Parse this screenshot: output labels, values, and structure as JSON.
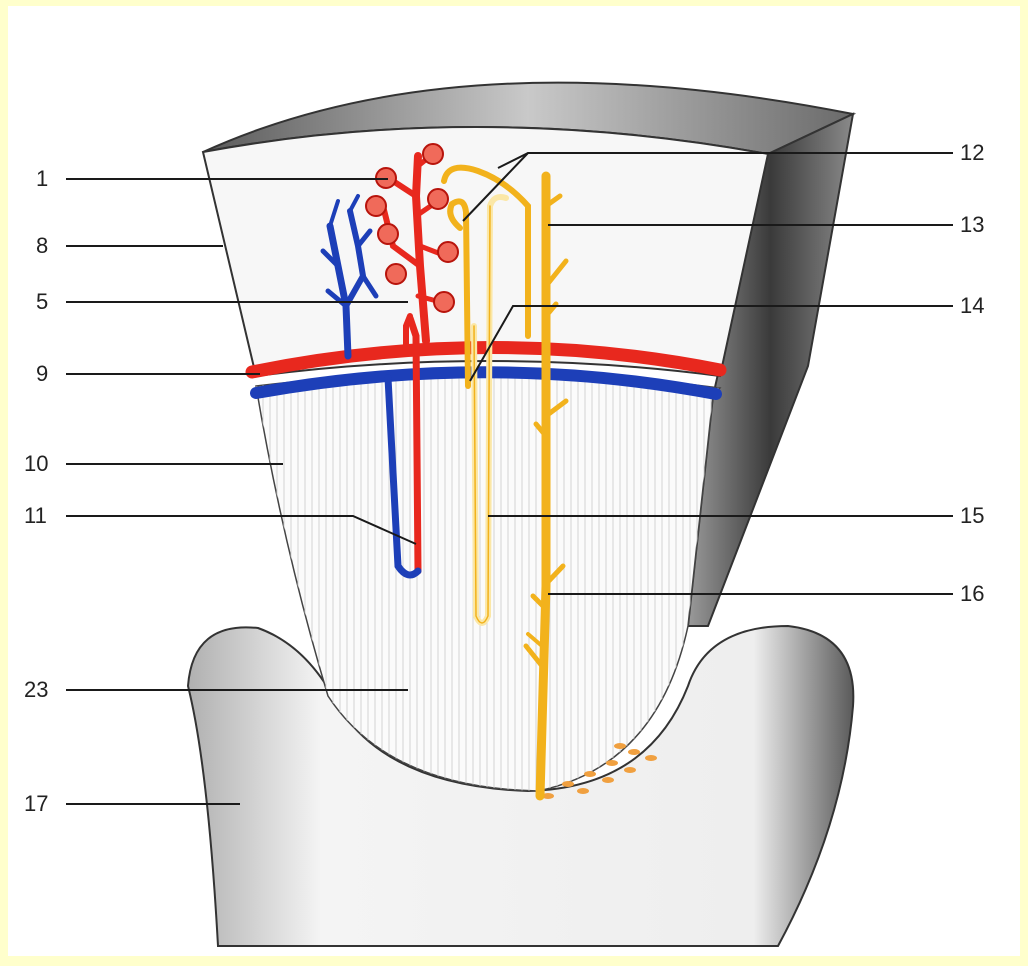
{
  "diagram": {
    "labels_left": [
      "1",
      "8",
      "5",
      "9",
      "10",
      "11",
      "23",
      "17"
    ],
    "labels_right": [
      "12",
      "13",
      "14",
      "15",
      "16"
    ]
  },
  "colors": {
    "artery": "#e8281e",
    "vein": "#1d3fb8",
    "tubule": "#f2b21c",
    "tubule_light": "#fbe7a6",
    "outline": "#333333",
    "shade": "#6a6a6a",
    "frame": "#ffffcc"
  }
}
